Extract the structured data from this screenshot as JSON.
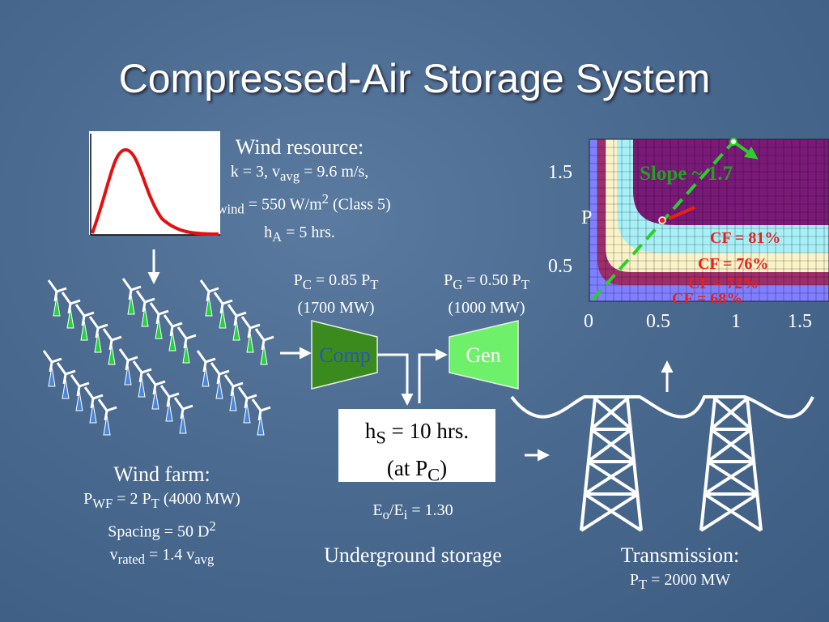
{
  "title": "Compressed-Air Storage System",
  "wind_resource": {
    "heading": "Wind resource:",
    "line1_a": "k = 3, v",
    "line1_sub": "avg",
    "line1_b": " = 9.6 m/s,",
    "line2_a": "P",
    "line2_sub": "wind",
    "line2_b": " = 550 W/m",
    "line2_sup": "2",
    "line2_c": " (Class 5)",
    "line3_a": "h",
    "line3_sub": "A",
    "line3_b": " = 5 hrs."
  },
  "compressor": {
    "power_a": "P",
    "power_sub_c": "C",
    "power_b": " = 0.85 P",
    "power_sub_t": "T",
    "mw": "(1700 MW)",
    "label": "Comp"
  },
  "generator": {
    "power_a": "P",
    "power_sub_g": "G",
    "power_b": " = 0.50 P",
    "power_sub_t": "T",
    "mw": "(1000 MW)",
    "label": "Gen"
  },
  "storage": {
    "line1_a": "h",
    "line1_sub": "S",
    "line1_b": " = 10 hrs.",
    "line2_a": "(at P",
    "line2_sub": "C",
    "line2_b": ")",
    "ratio_a": "E",
    "ratio_sub_o": "o",
    "ratio_b": "/E",
    "ratio_sub_i": "i",
    "ratio_c": " = 1.30",
    "label": "Underground storage"
  },
  "wind_farm": {
    "heading": "Wind farm:",
    "line1_a": "P",
    "line1_sub": "WF",
    "line1_b": " = 2 P",
    "line1_sub2": "T",
    "line1_c": " (4000 MW)",
    "line2_a": "Spacing = 50 D",
    "line2_sup": "2",
    "line3_a": "v",
    "line3_sub": "rated",
    "line3_b": " = 1.4 v",
    "line3_sub2": "avg"
  },
  "transmission": {
    "heading": "Transmission:",
    "line1_a": "P",
    "line1_sub": "T",
    "line1_b": " = 2000 MW"
  },
  "chart_data": {
    "type": "heatmap",
    "x_ticks": [
      "0",
      "0.5",
      "1",
      "1.5"
    ],
    "y_ticks": [
      "0.5",
      "1.5"
    ],
    "y_partial_label": "P",
    "annotations": [
      "Slope ~ 1.7",
      "CF = 81%",
      "CF = 76%",
      "CF = 72%",
      "CF = 68%"
    ],
    "contour_colors": [
      "#7f7fff",
      "#9d2e6b",
      "#fbf3c8",
      "#a8f0f8",
      "#7a1a78"
    ]
  },
  "colors": {
    "compressor_fill": "#3a8a1e",
    "generator_fill": "#6ef06a",
    "cf_text": "#e8201a",
    "slope_text": "#1fa31f",
    "dash_line": "#2ad02a"
  }
}
